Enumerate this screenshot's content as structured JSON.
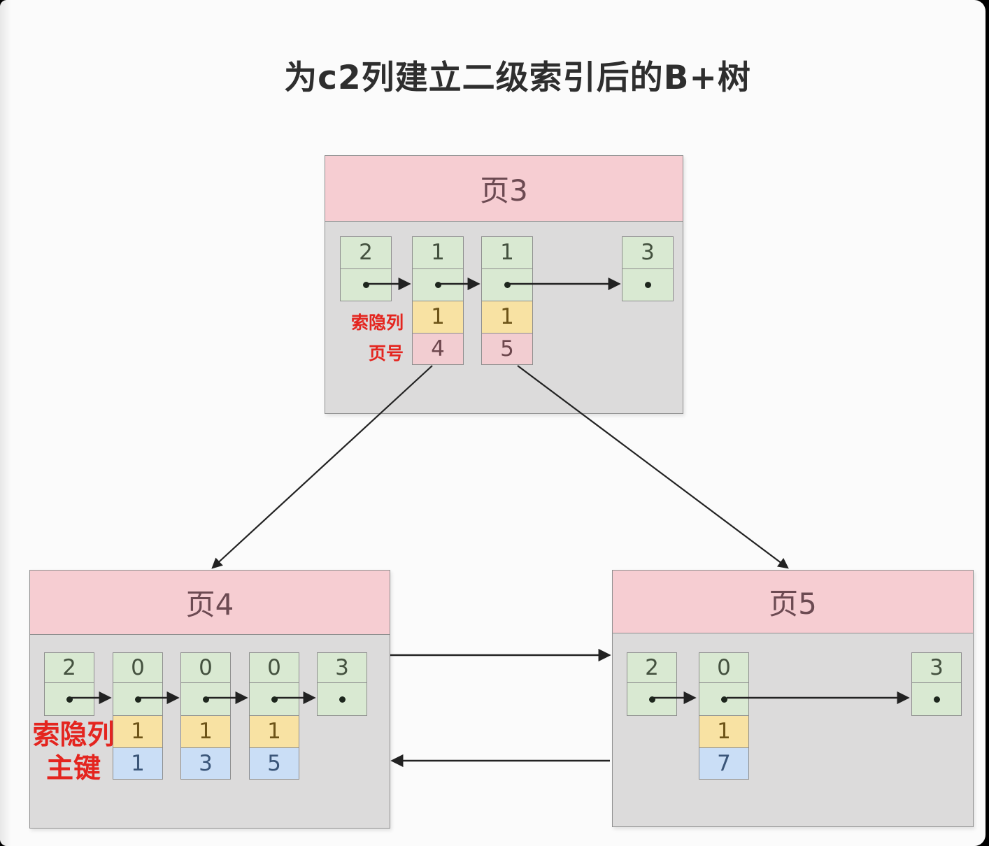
{
  "title": "为c2列建立二级索引后的B+树",
  "colors": {
    "header_pink": "#f6cdd2",
    "body_gray": "#dcdbdb",
    "cell_green": "#d9e9d2",
    "cell_yellow": "#f8e2a3",
    "cell_pink": "#f2cdd1",
    "cell_blue": "#cadef6",
    "label_red": "#e4251f",
    "arrow": "#222222"
  },
  "page3": {
    "title": "页3",
    "label_index_col": "索隐列",
    "label_page_no": "页号",
    "records": [
      {
        "header": "2"
      },
      {
        "header": "1",
        "index": "1",
        "page_no": "4"
      },
      {
        "header": "1",
        "index": "1",
        "page_no": "5"
      },
      {
        "header": "3"
      }
    ]
  },
  "page4": {
    "title": "页4",
    "label_index_col": "索隐列",
    "label_pk": "主键",
    "records": [
      {
        "header": "2"
      },
      {
        "header": "0",
        "index": "1",
        "pk": "1"
      },
      {
        "header": "0",
        "index": "1",
        "pk": "3"
      },
      {
        "header": "0",
        "index": "1",
        "pk": "5"
      },
      {
        "header": "3"
      }
    ]
  },
  "page5": {
    "title": "页5",
    "records": [
      {
        "header": "2"
      },
      {
        "header": "0",
        "index": "1",
        "pk": "7"
      },
      {
        "header": "3"
      }
    ]
  }
}
